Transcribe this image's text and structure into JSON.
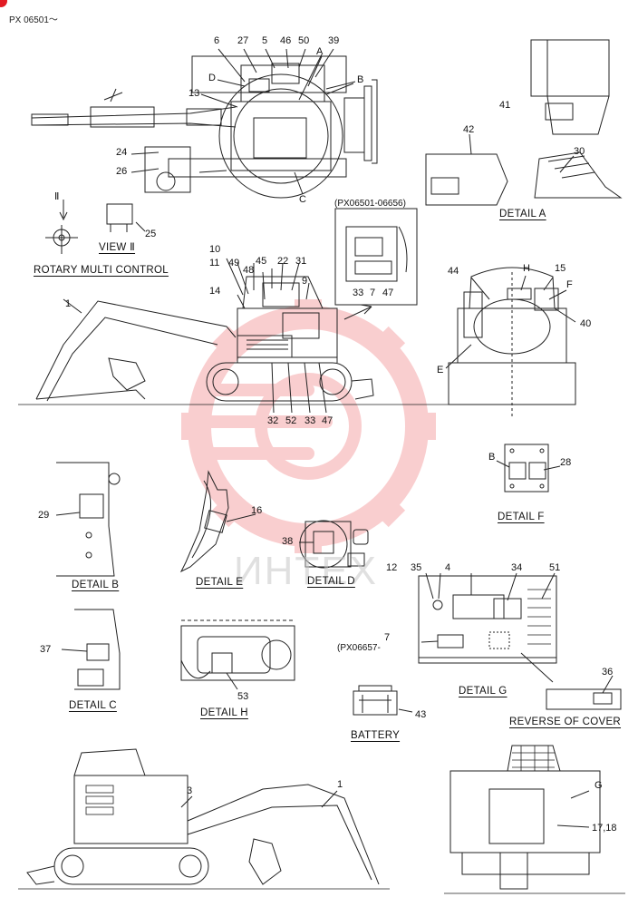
{
  "header": {
    "model_code": "PX 06501～",
    "corner_color": "#e21b23"
  },
  "watermark": {
    "text": "ИНТЕХ",
    "color": "#e8242a"
  },
  "refs": {
    "range1": "(PX06501-06656)",
    "range2": "(PX06657-"
  },
  "captions": {
    "view2_marker": "Ⅱ",
    "view2": "VIEW Ⅱ",
    "rotary": "ROTARY MULTI CONTROL",
    "detail_a": "DETAIL A",
    "detail_b": "DETAIL B",
    "detail_c": "DETAIL C",
    "detail_d": "DETAIL D",
    "detail_e": "DETAIL E",
    "detail_f": "DETAIL F",
    "detail_g": "DETAIL G",
    "detail_h": "DETAIL H",
    "battery": "BATTERY",
    "reverse": "REVERSE OF COVER"
  },
  "callouts": {
    "top": [
      "6",
      "27",
      "5",
      "46",
      "50",
      "39",
      "A",
      "D",
      "13",
      "B",
      "C",
      "24",
      "26",
      "25"
    ],
    "detail_a": [
      "41",
      "42",
      "30"
    ],
    "side": [
      "10",
      "11",
      "49",
      "45",
      "22",
      "31",
      "48",
      "9",
      "14",
      "1",
      "32",
      "52",
      "33",
      "47"
    ],
    "inset": [
      "33",
      "7",
      "47"
    ],
    "rear": [
      "44",
      "H",
      "15",
      "F",
      "40",
      "E"
    ],
    "detail_f": [
      "B",
      "28"
    ],
    "detail_b": [
      "29"
    ],
    "detail_e": [
      "16"
    ],
    "detail_d": [
      "38"
    ],
    "detail_g": [
      "12",
      "35",
      "4",
      "34",
      "51",
      "7"
    ],
    "detail_c": [
      "37"
    ],
    "detail_h": [
      "53"
    ],
    "battery": [
      "43"
    ],
    "reverse": [
      "36"
    ],
    "bottom": [
      "3",
      "1",
      "G",
      "17,18"
    ]
  }
}
